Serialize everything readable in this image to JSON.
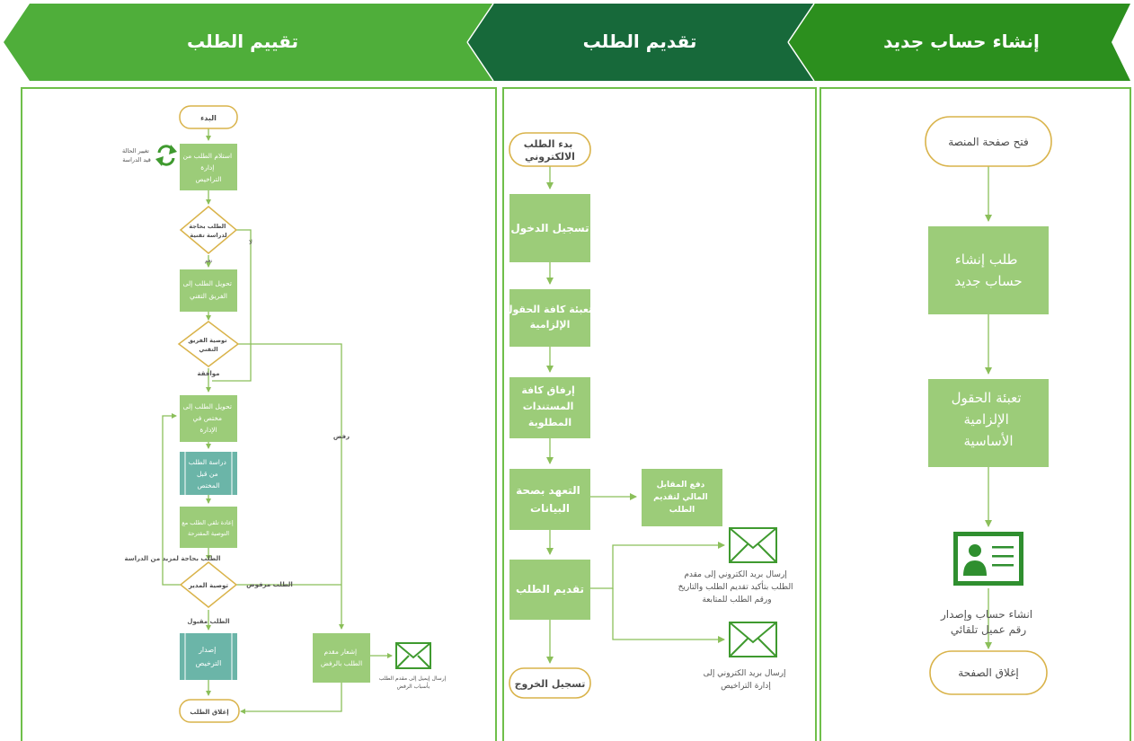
{
  "stages": [
    {
      "key": "s3",
      "label": "تقييم الطلب"
    },
    {
      "key": "s2",
      "label": "تقديم الطلب"
    },
    {
      "key": "s1",
      "label": "إنشاء حساب جديد"
    }
  ],
  "col1": {
    "start": "فتح صفحة المنصة",
    "box1": [
      "طلب إنشاء",
      "حساب جديد"
    ],
    "box2": [
      "تعبئة الحقول",
      "الإلزامية",
      "الأساسية"
    ],
    "card_caption": [
      "انشاء حساب وإصدار",
      "رقم عميل تلقائي"
    ],
    "end": "إغلاق الصفحة"
  },
  "col2": {
    "start": [
      "بدء الطلب",
      "الالكتروني"
    ],
    "login": "تسجيل الدخول",
    "fill": [
      "تعبئة كافة الحقول",
      "الإلزامية"
    ],
    "attach": [
      "إرفاق كافة",
      "المستندات",
      "المطلوبة"
    ],
    "pledge": [
      "التعهد بصحة",
      "البيانات"
    ],
    "payment": [
      "دفع المقابل",
      "المالي لتقديم",
      "الطلب"
    ],
    "submit": "تقديم الطلب",
    "email1": [
      "إرسال بريد الكتروني إلى مقدم",
      "الطلب بتأكيد تقديم الطلب والتاريخ",
      "ورقم الطلب للمتابعة"
    ],
    "email2": [
      "إرسال بريد الكتروني إلى",
      "إدارة التراخيص"
    ],
    "logout": "تسجيل الخروج"
  },
  "col3": {
    "start": "البدء",
    "receive": [
      "استلام الطلب من",
      "إدارة",
      "التراخيص"
    ],
    "status_note": [
      "تغيير الحالة",
      "قيد الدراسة"
    ],
    "d1": [
      "الطلب بحاجة",
      "لدراسة تقنية"
    ],
    "d1_no": "لا",
    "d1_yes": "نعم",
    "tech": [
      "تحويل الطلب إلى",
      "الفريق التقني"
    ],
    "d2": [
      "توصية الفريق",
      "التقني"
    ],
    "approve": "موافقة",
    "reject": "رفض",
    "specialist": [
      "تحويل الطلب إلى",
      "مختص في",
      "الإدارة"
    ],
    "study": [
      "دراسة الطلب",
      "من قبل",
      "المختص"
    ],
    "return": [
      "إعادة تلقي الطلب مع",
      "التوصية المقترحة"
    ],
    "needs_more": "الطلب بحاجة لمزيد من الدراسة",
    "d3": "توصية المدير",
    "rejected": "الطلب مرفوض",
    "accepted": "الطلب مقبول",
    "issue": [
      "إصدار",
      "الترخيص"
    ],
    "notify": [
      "إشعار مقدم",
      "الطلب بالرفض"
    ],
    "notify_email": [
      "إرسال إيميل إلى مقدم الطلب",
      "بأسباب الرفض"
    ],
    "end": "إغلاق الطلب"
  },
  "colors": {
    "stage_left": "#4fae3a",
    "stage_mid": "#17693a",
    "stage_right": "#2c8f1e",
    "box": "#9ccc79",
    "box_teal": "#6bb5a8",
    "terminal_border": "#d9b34a",
    "edge": "#8bbf5a",
    "icon_green": "#2f8f2f"
  }
}
